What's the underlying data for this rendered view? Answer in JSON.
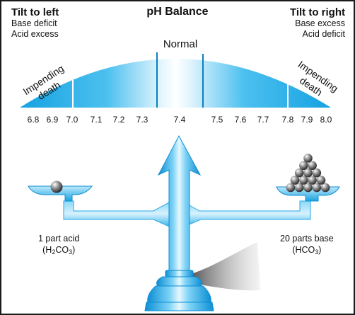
{
  "title": "pH Balance",
  "left_header": {
    "title": "Tilt to left",
    "line1": "Base deficit",
    "line2": "Acid excess"
  },
  "right_header": {
    "title": "Tilt to right",
    "line1": "Base excess",
    "line2": "Acid deficit"
  },
  "normal_label": "Normal",
  "impending_left": {
    "line1": "Impending",
    "line2": "death"
  },
  "impending_right": {
    "line1": "Impending",
    "line2": "death"
  },
  "scale_ticks": [
    "6.8",
    "6.9",
    "7.0",
    "7.1",
    "7.2",
    "7.3",
    "7.4",
    "7.5",
    "7.6",
    "7.7",
    "7.8",
    "7.9",
    "8.0"
  ],
  "left_pan": {
    "line1": "1 part acid",
    "formula_prefix": "(H",
    "sub1": "2",
    "formula_mid": "CO",
    "sub2": "3",
    "formula_suffix": ")"
  },
  "right_pan": {
    "line1": "20 parts base",
    "formula_prefix": "(HCO",
    "sub1": "3",
    "formula_suffix": ")"
  },
  "colors": {
    "accent": "#1aa6e6",
    "light": "#cdeefc",
    "dark": "#0a7fc0"
  }
}
